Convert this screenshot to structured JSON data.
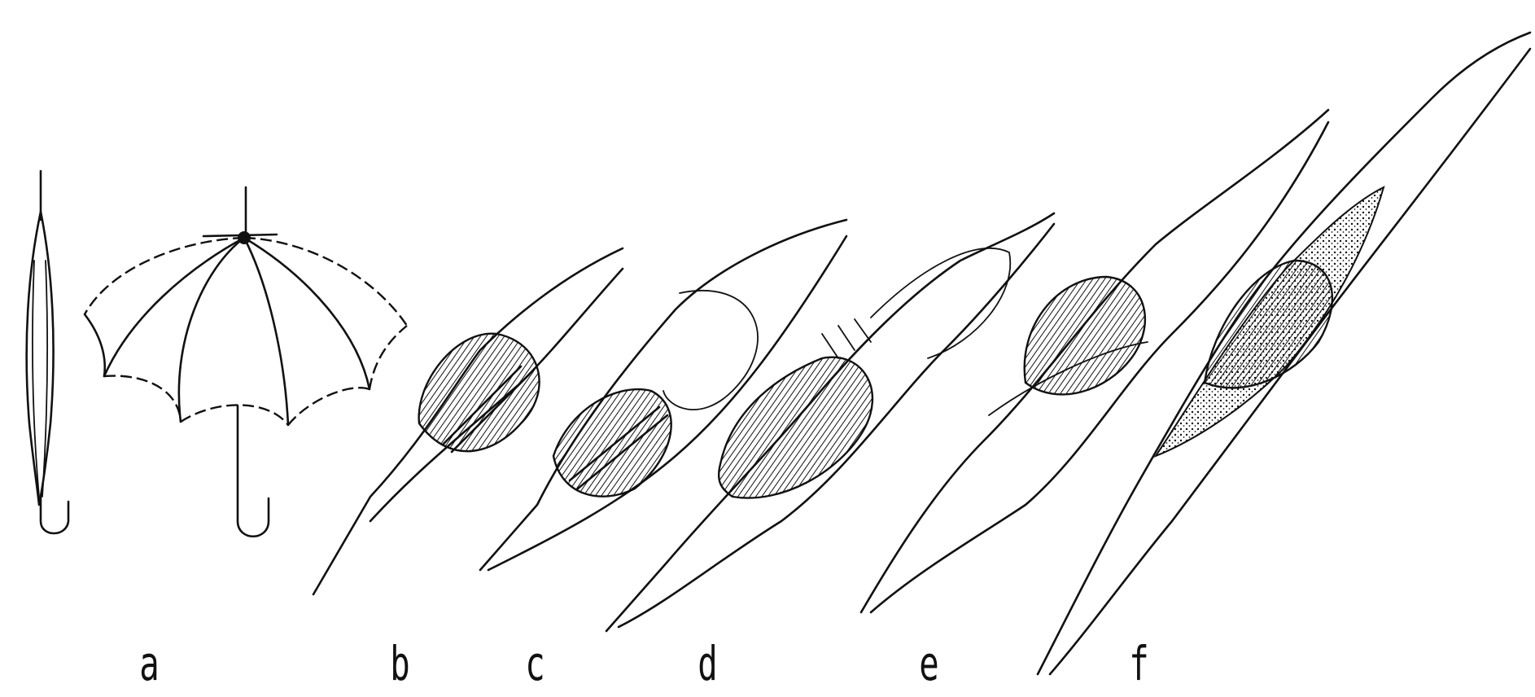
{
  "panels": [
    {
      "id": "a",
      "label": "a"
    },
    {
      "id": "b",
      "label": "b"
    },
    {
      "id": "c",
      "label": "c"
    },
    {
      "id": "d",
      "label": "d"
    },
    {
      "id": "e",
      "label": "e"
    },
    {
      "id": "f",
      "label": "f"
    }
  ]
}
